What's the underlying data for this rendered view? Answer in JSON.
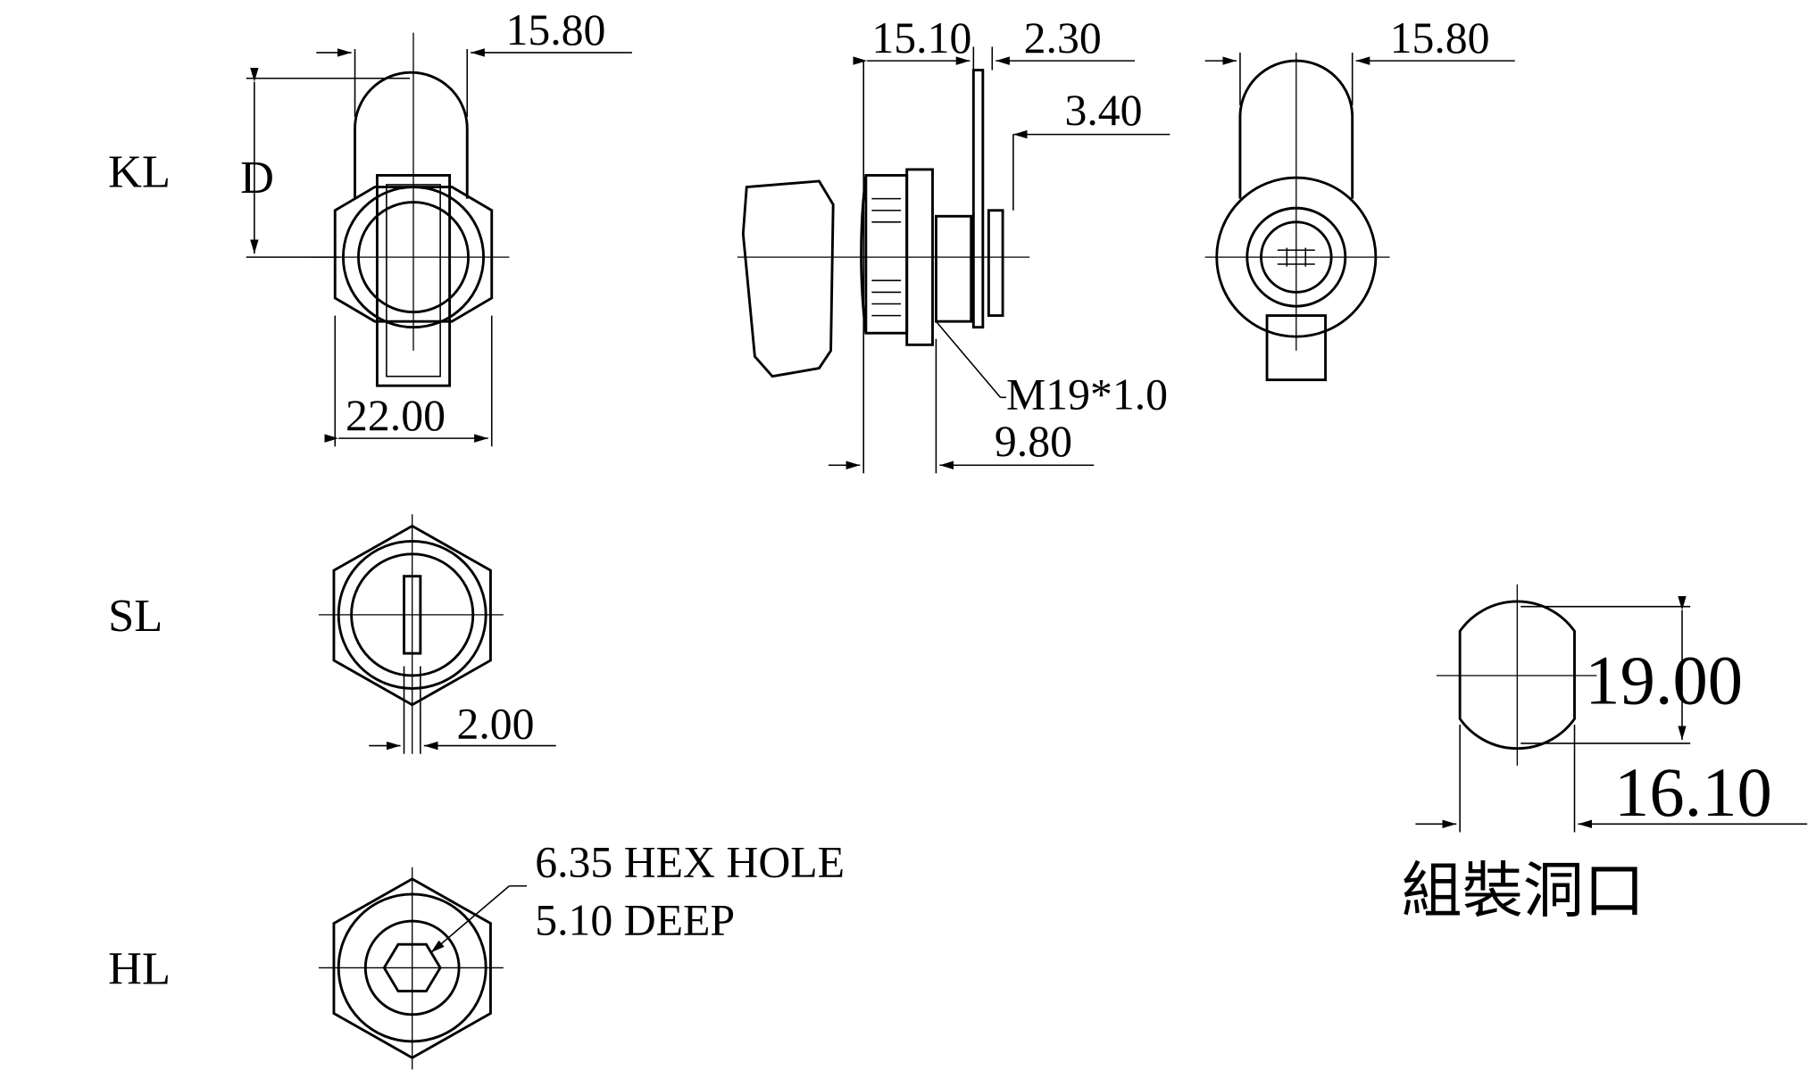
{
  "views": {
    "kl": {
      "label": "KL",
      "d_label": "D",
      "top_dim": "15.80",
      "bottom_dim": "22.00"
    },
    "side": {
      "dim_a": "15.10",
      "dim_b": "2.30",
      "dim_c": "3.40",
      "thread": "M19*1.0",
      "dim_d": "9.80"
    },
    "back": {
      "top_dim": "15.80"
    },
    "sl": {
      "label": "SL",
      "slot_dim": "2.00"
    },
    "hl": {
      "label": "HL",
      "note_line1": "6.35 HEX HOLE",
      "note_line2": "5.10 DEEP"
    },
    "cutout": {
      "height_dim": "19.00",
      "width_dim": "16.10",
      "caption": "組裝洞口"
    }
  }
}
